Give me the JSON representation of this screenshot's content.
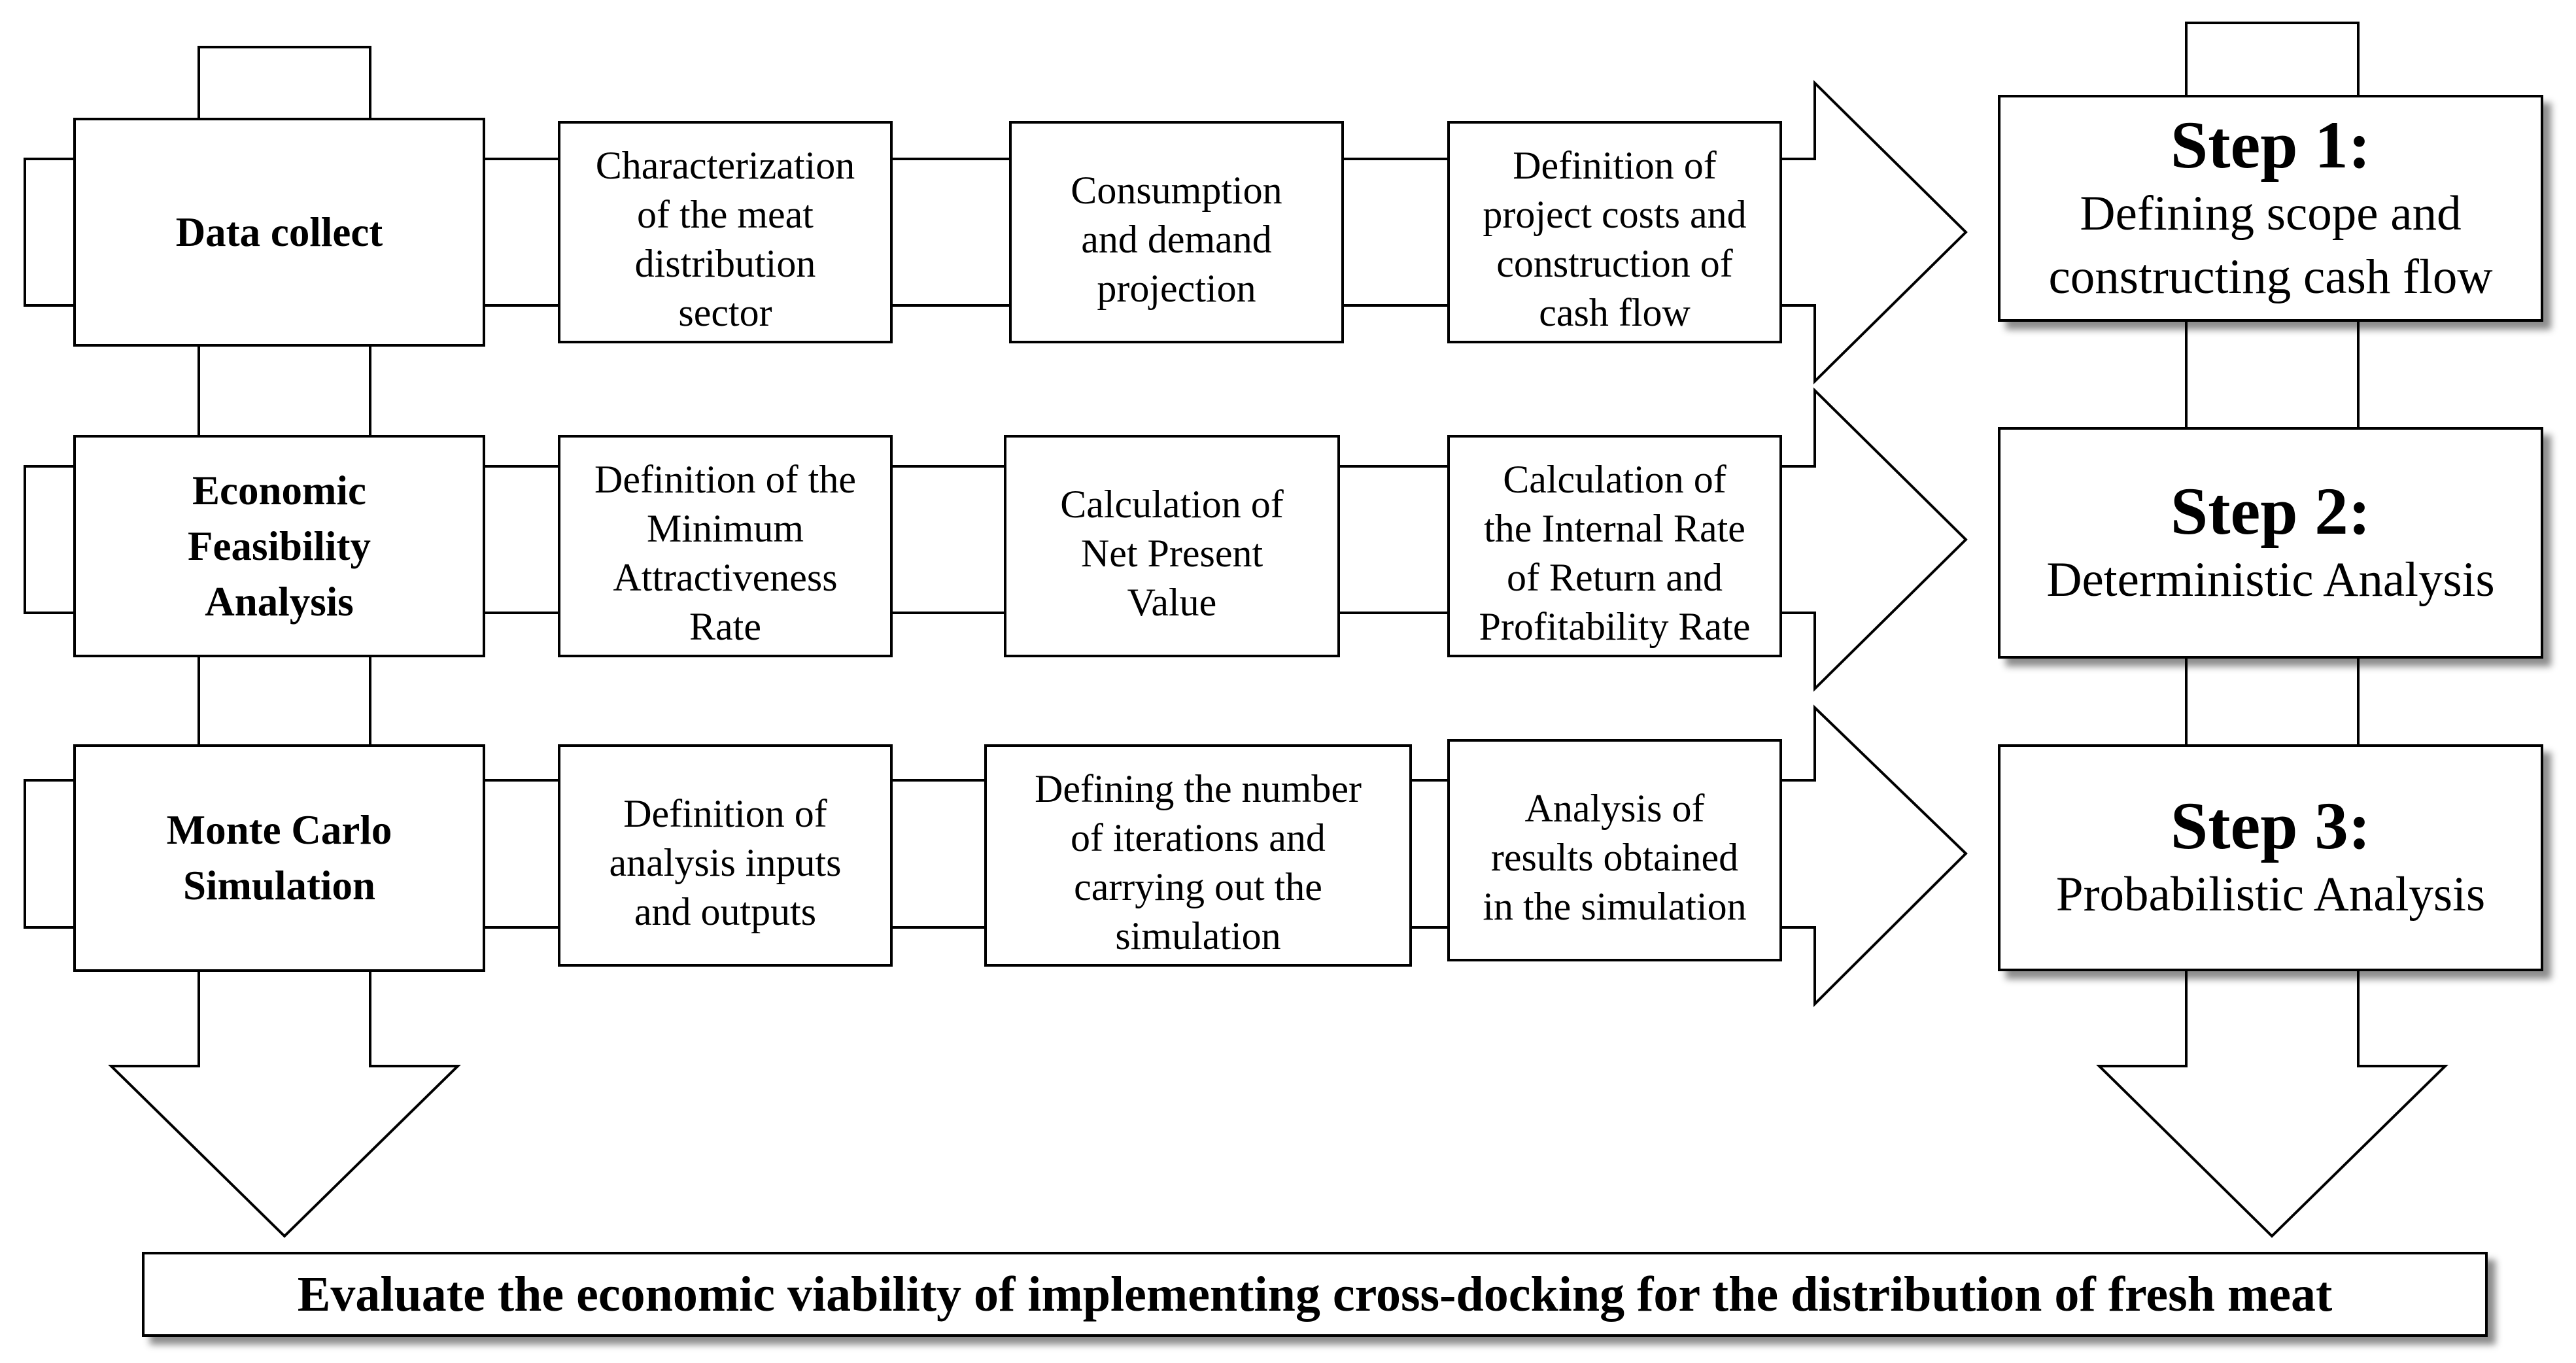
{
  "left_column": {
    "data_collect": "Data collect",
    "economic_feasibility": "Economic\nFeasibility\nAnalysis",
    "monte_carlo": "Monte Carlo\nSimulation"
  },
  "row1": {
    "box1": "Characterization\nof the meat\ndistribution\nsector",
    "box2": "Consumption\nand demand\nprojection",
    "box3": "Definition of\nproject costs and\nconstruction of\ncash flow"
  },
  "row2": {
    "box1": "Definition of the\nMinimum\nAttractiveness\nRate",
    "box2": "Calculation of\nNet Present\nValue",
    "box3": "Calculation of\nthe Internal Rate\nof Return and\nProfitability Rate"
  },
  "row3": {
    "box1": "Definition of\nanalysis inputs\nand outputs",
    "box2": "Defining the number\nof iterations and\ncarrying out the\nsimulation",
    "box3": "Analysis of\nresults obtained\nin the simulation"
  },
  "steps": {
    "step1_title": "Step 1:",
    "step1_sub": "Defining scope and\nconstructing cash flow",
    "step2_title": "Step 2:",
    "step2_sub": "Deterministic Analysis",
    "step3_title": "Step 3:",
    "step3_sub": "Probabilistic Analysis"
  },
  "goal": "Evaluate the economic viability of implementing cross-docking for the distribution of fresh meat"
}
